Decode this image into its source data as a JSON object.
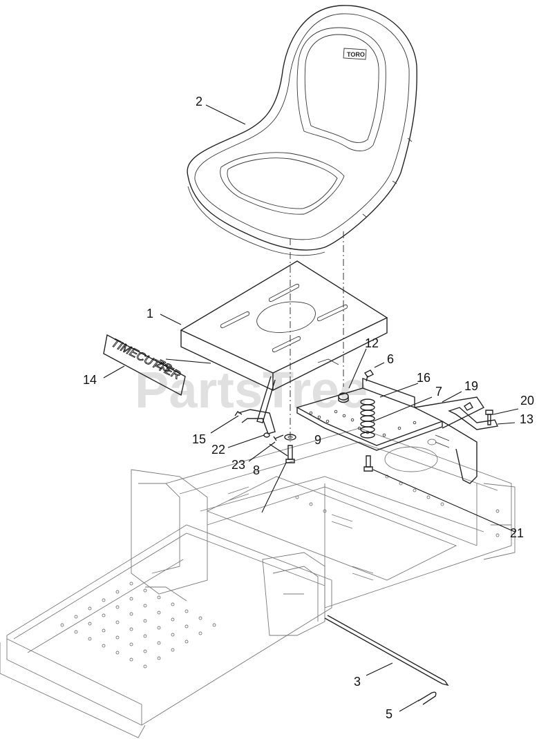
{
  "watermark": "PartsTree",
  "decal_text": [
    "TIMECUTTER",
    "ZS"
  ],
  "seat_brand": "TORO",
  "callouts": [
    "1",
    "2",
    "3",
    "5",
    "6",
    "7",
    "8",
    "9",
    "12",
    "13",
    "14",
    "15",
    "16",
    "19",
    "20",
    "21",
    "22",
    "23"
  ]
}
